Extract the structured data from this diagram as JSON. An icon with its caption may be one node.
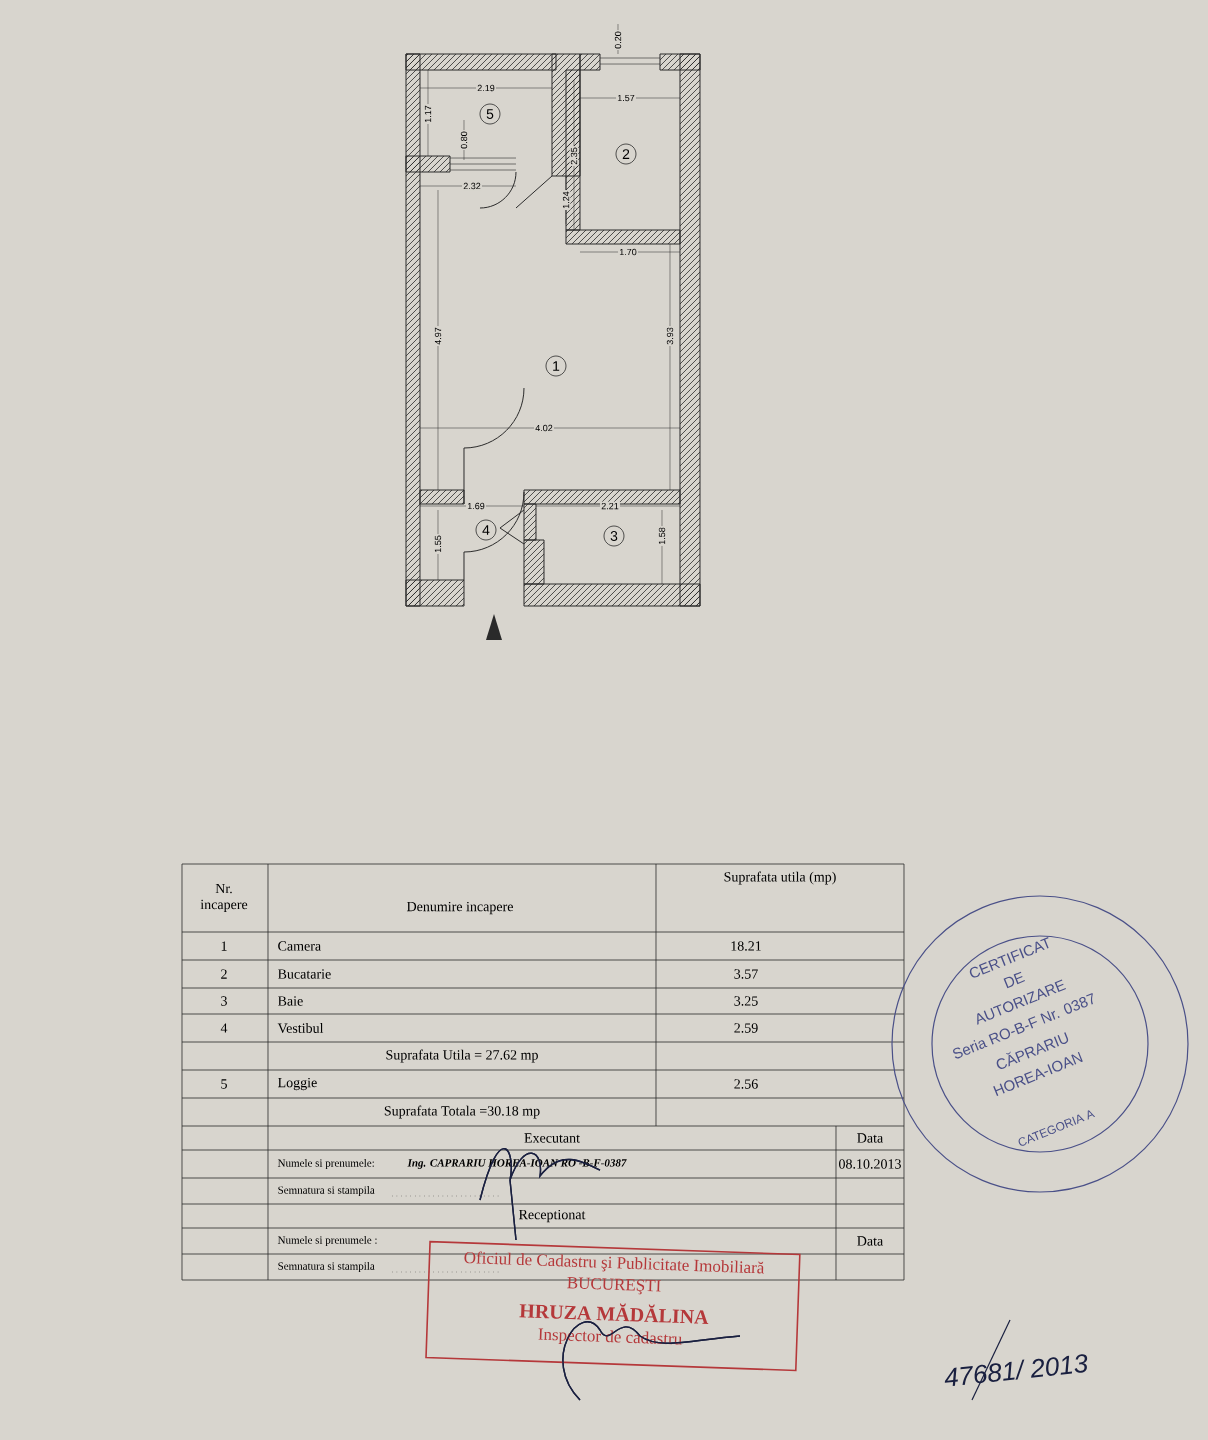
{
  "diagram": {
    "nodes": [
      {
        "text": [
          "5"
        ]
      },
      {
        "text": [
          "2"
        ]
      },
      {
        "text": [
          "1"
        ]
      },
      {
        "text": [
          "4"
        ]
      },
      {
        "text": [
          "3"
        ]
      }
    ],
    "labels": [
      "0.20",
      "2.19",
      "1.17",
      "1.57",
      "0.80",
      "2.35",
      "2.32",
      "1.24",
      "1.70",
      "4.97",
      "3.93",
      "4.02",
      "1.69",
      "2.21",
      "1.55",
      "1.58",
      "Nr. incapere",
      "Denumire incapere",
      "Suprafata utila (mp)",
      "1",
      "Camera",
      "18.21",
      "2",
      "Bucatarie",
      "3.57",
      "3",
      "Baie",
      "3.25",
      "4",
      "Vestibul",
      "2.59",
      "Suprafata Utila = 27.62 mp",
      "5",
      "Loggie",
      "2.56",
      "Suprafata Totala =30.18 mp",
      "Executant",
      "Data",
      "Numele si prenumele:",
      "Ing. CAPRARIU HOREA-IOAN RO -B-F-0387",
      "08.10.2013",
      "Semnatura si stampila",
      "Receptionat",
      "Numele si prenumele :",
      "Data",
      "Semnatura si stampila",
      "Oficiul de Cadastru şi Publicitate Imobiliară",
      "BUCUREŞTI",
      "HRUZA MĂDĂLINA",
      "Inspector de cadastru",
      "CERTIFICAT",
      "DE",
      "AUTORIZARE",
      "Seria RO-B-F Nr. 0387",
      "CĂPRARIU",
      "HOREA-IOAN",
      "CATEGORIA A",
      "47681/ 2013"
    ]
  }
}
